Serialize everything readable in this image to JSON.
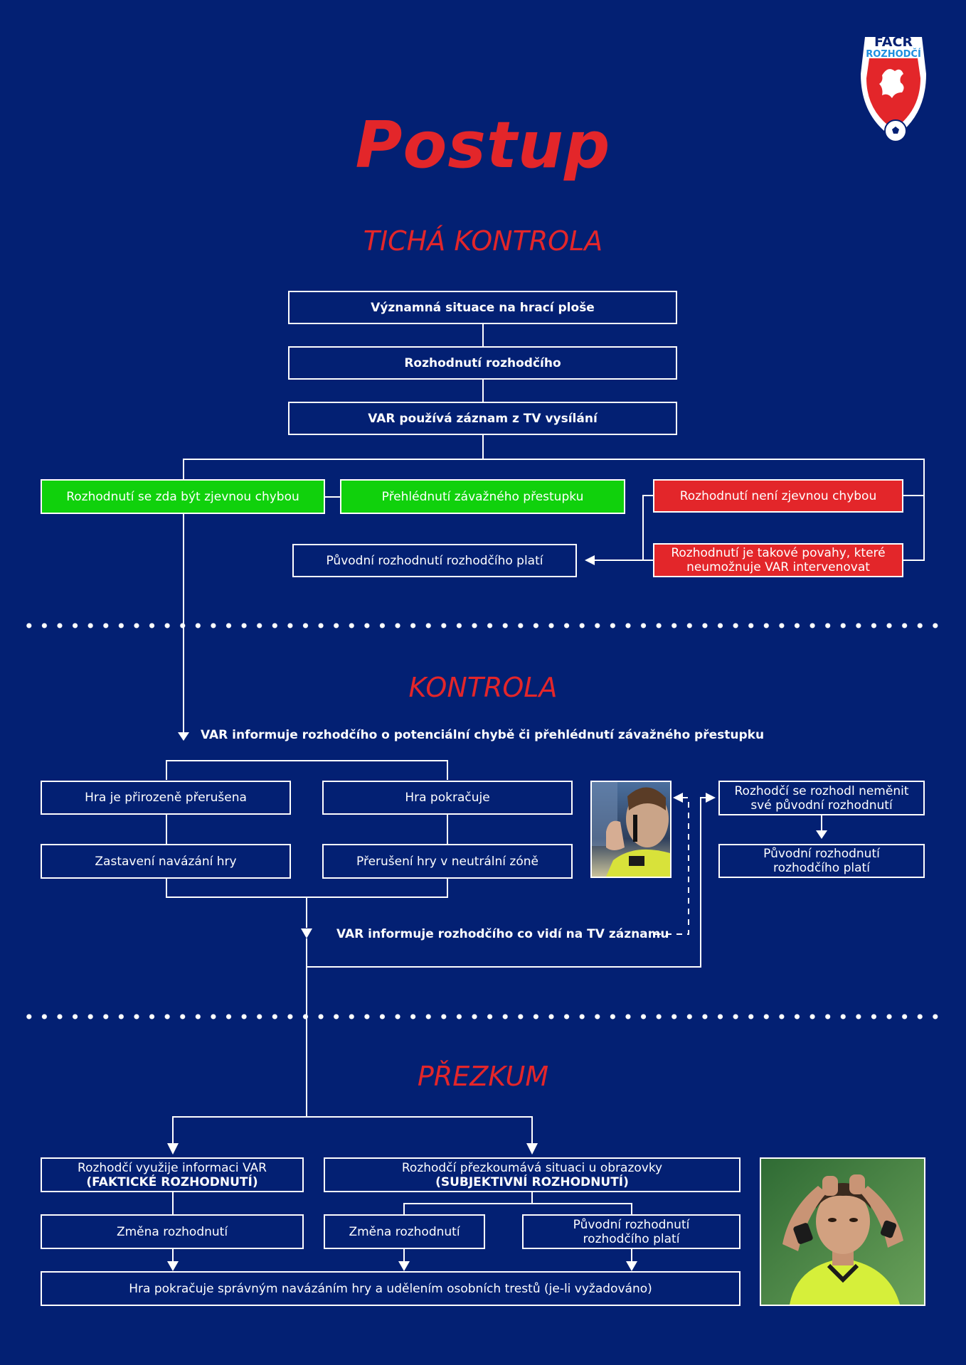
{
  "logo": {
    "line1": "FAČR",
    "line2": "ROZHODČÍ"
  },
  "title": "Postup",
  "sections": {
    "s1": "TICHÁ KONTROLA",
    "s2": "KONTROLA",
    "s3": "PŘEZKUM"
  },
  "s1": {
    "b1": "Významná situace na hrací ploše",
    "b2": "Rozhodnutí rozhodčího",
    "b3": "VAR používá záznam z TV vysílání",
    "g1": "Rozhodnutí se zda být zjevnou chybou",
    "g2": "Přehlédnutí závažného přestupku",
    "r1": "Rozhodnutí není zjevnou chybou",
    "r2": "Rozhodnutí je takové povahy, které neumožnuje VAR intervenovat",
    "orig": "Původní rozhodnutí rozhodčího platí"
  },
  "s2": {
    "label1": "VAR informuje rozhodčího o potenciální chybě či přehlédnutí závažného přestupku",
    "h1": "Hra je přirozeně přerušena",
    "h2": "Hra pokračuje",
    "z1": "Zastavení navázání hry",
    "z2": "Přerušení hry v neutrální zóně",
    "rn": "Rozhodčí se rozhodl neměnit své původní rozhodnutí",
    "orig": "Původní rozhodnutí rozhodčího platí",
    "label2": "VAR informuje rozhodčího co vidí na TV záznamu"
  },
  "s3": {
    "a1": "Rozhodčí využije informaci VAR",
    "a1b": "(FAKTICKÉ ROZHODNUTÍ)",
    "a2": "Rozhodčí přezkoumává situaci u obrazovky",
    "a2b": "(SUBJEKTIVNÍ ROZHODNUTÍ)",
    "c1": "Změna rozhodnutí",
    "c2": "Změna rozhodnutí",
    "c3": "Původní rozhodnutí rozhodčího platí",
    "final": "Hra pokračuje správným navázáním hry a udělením osobních trestů (je-li vyžadováno)"
  },
  "colors": {
    "background": "#032073",
    "accent_red": "#e3262a",
    "accent_green": "#10d10c",
    "line": "#ffffff"
  }
}
